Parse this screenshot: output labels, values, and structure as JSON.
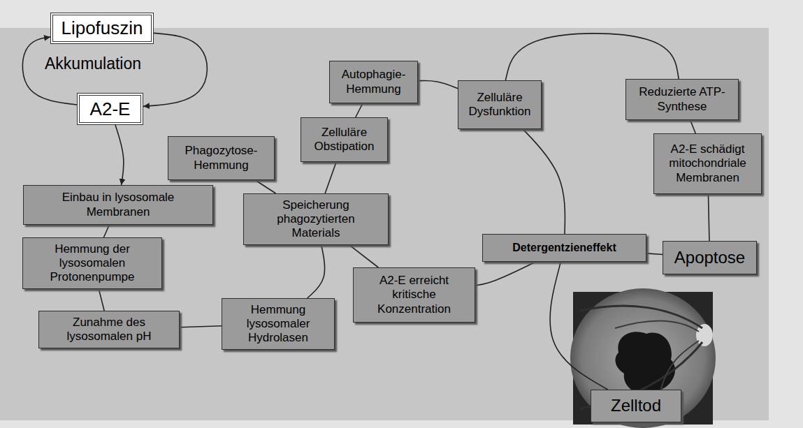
{
  "diagram": {
    "nodes": [
      {
        "text": [
          "Lipofuszin"
        ]
      },
      {
        "text": [
          "A2-E"
        ]
      },
      {
        "text": [
          "Phagozytose-Hemmung"
        ]
      },
      {
        "text": [
          "Einbau in lysosomale Membranen"
        ]
      },
      {
        "text": [
          "Hemmung der lysosomalen Protonenpumpe"
        ]
      },
      {
        "text": [
          "Zunahme des lysosomalen pH"
        ]
      },
      {
        "text": [
          "Hemmung lysosomaler Hydrolasen"
        ]
      },
      {
        "text": [
          "Speicherung phagozytierten Materials"
        ]
      },
      {
        "text": [
          "A2-E erreicht kritische Konzentration"
        ]
      },
      {
        "text": [
          "Zelluläre Obstipation"
        ]
      },
      {
        "text": [
          "Autophagie-Hemmung"
        ]
      },
      {
        "text": [
          "Zelluläre Dysfunktion"
        ]
      },
      {
        "text": [
          "Detergentzieneffekt"
        ]
      },
      {
        "text": [
          "Reduzierte ATP-Synthese"
        ]
      },
      {
        "text": [
          "A2-E schädigt mitochondriale Membranen"
        ]
      },
      {
        "text": [
          "Apoptose"
        ]
      },
      {
        "text": [
          "Zelltod"
        ]
      }
    ],
    "edges": [
      {
        "from": 1,
        "to": 0,
        "arrow": "to"
      },
      {
        "from": 0,
        "to": 1,
        "arrow": "to"
      },
      {
        "from": 1,
        "to": 3,
        "arrow": "to"
      },
      {
        "from": 2,
        "to": 7,
        "arrow": "none"
      },
      {
        "from": 3,
        "to": 4,
        "arrow": "none"
      },
      {
        "from": 4,
        "to": 5,
        "arrow": "none"
      },
      {
        "from": 5,
        "to": 6,
        "arrow": "none"
      },
      {
        "from": 6,
        "to": 7,
        "arrow": "none"
      },
      {
        "from": 7,
        "to": 9,
        "arrow": "none"
      },
      {
        "from": 9,
        "to": 10,
        "arrow": "none"
      },
      {
        "from": 10,
        "to": 11,
        "arrow": "none"
      },
      {
        "from": 11,
        "to": 13,
        "arrow": "none"
      },
      {
        "from": 13,
        "to": 14,
        "arrow": "none"
      },
      {
        "from": 14,
        "to": 15,
        "arrow": "none"
      },
      {
        "from": 11,
        "to": 12,
        "arrow": "none"
      },
      {
        "from": 7,
        "to": 8,
        "arrow": "none"
      },
      {
        "from": 8,
        "to": 12,
        "arrow": "none"
      },
      {
        "from": 12,
        "to": 15,
        "arrow": "none"
      },
      {
        "from": 12,
        "to": 16,
        "arrow": "none"
      }
    ],
    "labels": [
      "Akkumulation"
    ]
  }
}
